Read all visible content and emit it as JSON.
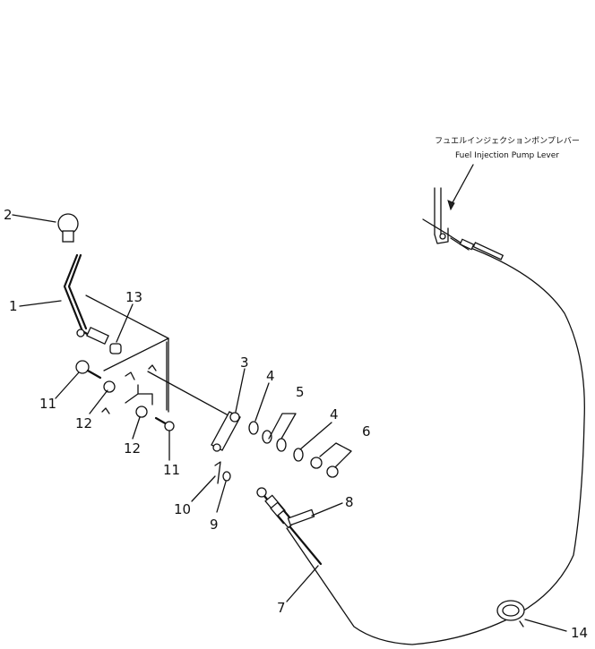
{
  "note": {
    "jp": "フュエルインジェクションポンプレバー",
    "en": "Fuel Injection Pump Lever"
  },
  "callouts": [
    {
      "id": "1",
      "label": "1"
    },
    {
      "id": "2",
      "label": "2"
    },
    {
      "id": "3",
      "label": "3"
    },
    {
      "id": "4a",
      "label": "4"
    },
    {
      "id": "4b",
      "label": "4"
    },
    {
      "id": "5",
      "label": "5"
    },
    {
      "id": "6",
      "label": "6"
    },
    {
      "id": "7",
      "label": "7"
    },
    {
      "id": "8",
      "label": "8"
    },
    {
      "id": "9",
      "label": "9"
    },
    {
      "id": "10",
      "label": "10"
    },
    {
      "id": "11a",
      "label": "11"
    },
    {
      "id": "11b",
      "label": "11"
    },
    {
      "id": "12a",
      "label": "12"
    },
    {
      "id": "12b",
      "label": "12"
    },
    {
      "id": "13",
      "label": "13"
    },
    {
      "id": "14",
      "label": "14"
    }
  ]
}
